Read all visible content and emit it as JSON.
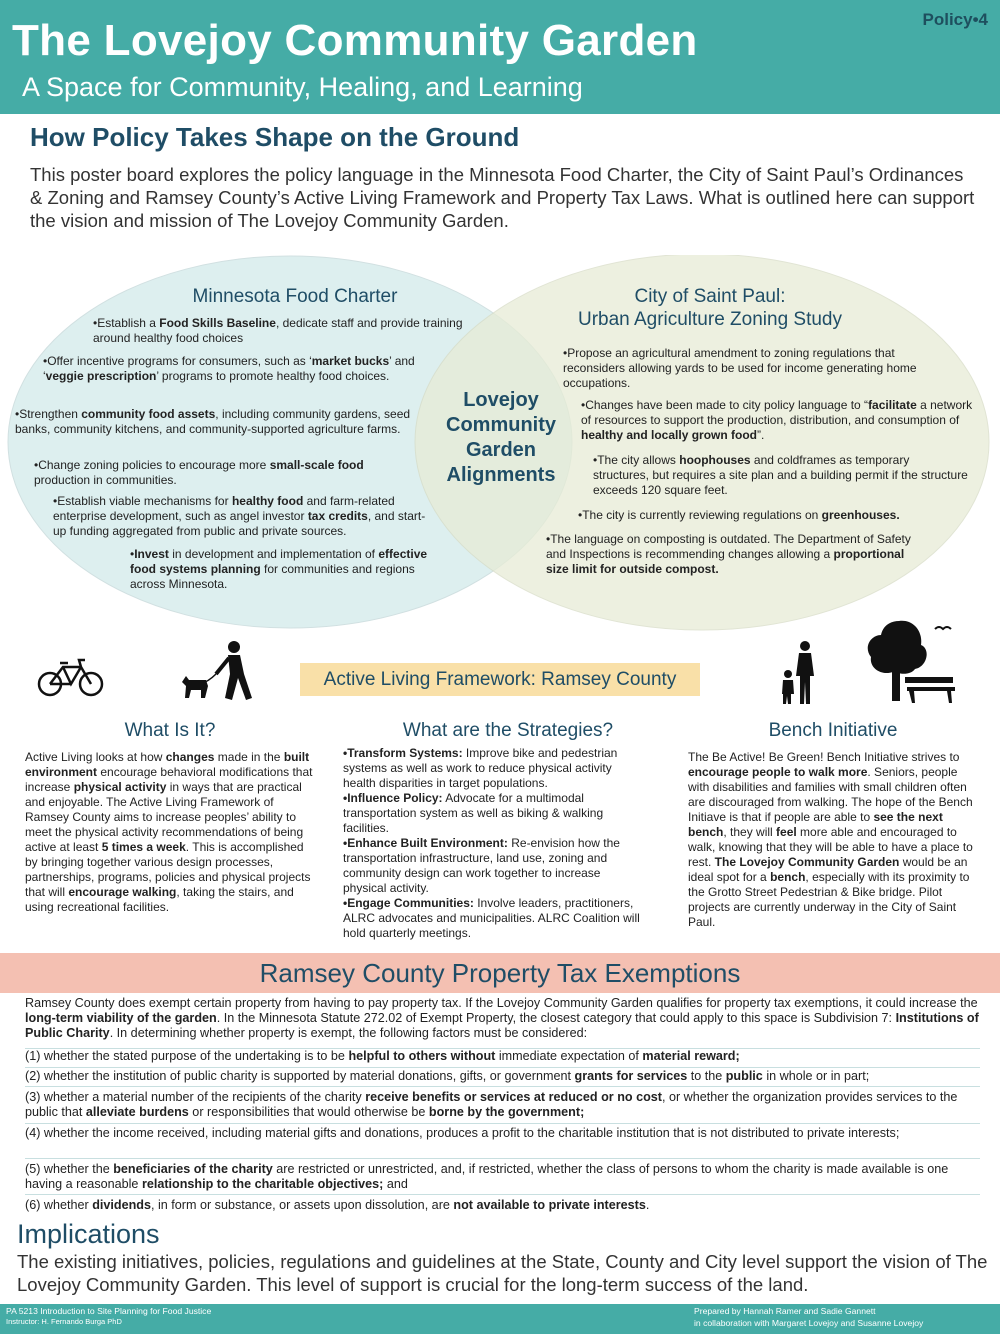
{
  "header": {
    "title": "The Lovejoy Community Garden",
    "subtitle": "A Space for Community, Healing, and Learning",
    "policy_tag": "Policy•4"
  },
  "section_heading": "How Policy Takes Shape on the Ground",
  "intro": "This poster board explores the policy language in the Minnesota Food Charter, the City of Saint Paul’s Ordinances & Zoning and Ramsey County’s Active Living Framework and Property Tax Laws. What is outlined here can support the vision and mission of The Lovejoy Community Garden.",
  "venn": {
    "left_title": "Minnesota Food Charter",
    "right_title_1": "City of Saint Paul:",
    "right_title_2": "Urban Agriculture Zoning Study",
    "center": "Lovejoy Community Garden Alignments",
    "left_items": [
      [
        "•Establish a ",
        "Food Skills Baseline",
        ", dedicate staff and provide training around healthy food choices"
      ],
      [
        "•Offer incentive programs for consumers, such as ‘",
        "market bucks",
        "’ and ‘",
        "veggie prescription",
        "’ programs to promote healthy food choices."
      ],
      [
        "•Strengthen ",
        "community food assets",
        ", including community gardens, seed banks, community kitchens, and community-supported agriculture farms."
      ],
      [
        "•Change zoning policies to encourage more ",
        "small-scale food",
        " production in communities."
      ],
      [
        "•Establish viable mechanisms for ",
        "healthy food",
        " and farm-related enterprise development, such as angel investor ",
        "tax credits",
        ", and start-up funding aggregated from public and private sources."
      ],
      [
        "•",
        "Invest",
        " in development and implementation of ",
        "effective food systems planning",
        " for communities and regions across Minnesota."
      ]
    ],
    "right_items": [
      [
        "•Propose an agricultural amendment to zoning regulations that reconsiders allowing yards to be used for income generating home occupations."
      ],
      [
        "•Changes have been made to city policy language to “",
        "facilitate",
        " a network of resources to support the production, distribution, and consumption of ",
        "healthy and locally grown food",
        "”."
      ],
      [
        "•The city allows ",
        "hoophouses",
        " and coldframes as temporary structures, but requires a site plan and a building permit if the structure exceeds 120 square feet."
      ],
      [
        "•The city is currently reviewing regulations on ",
        "greenhouses."
      ],
      [
        "•The language on composting is outdated. The Department of Safety and Inspections is recommending changes allowing a ",
        "proportional size limit for outside compost."
      ]
    ]
  },
  "active_living": {
    "label": "Active Living Framework: Ramsey County",
    "col1_title": "What Is It?",
    "col1_text": [
      "Active Living looks at how ",
      "changes",
      " made in the ",
      "built environment",
      " encourage behavioral modifications that increase ",
      "physical activity",
      " in ways that are practical and enjoyable. The Active Living Framework of Ramsey County aims to increase peoples’ ability to meet the physical activity recommendations of being active at least ",
      "5 times a week",
      ". This is accomplished by bringing together various design processes, partnerships, programs, policies and physical projects that will ",
      "encourage walking",
      ", taking the stairs, and using recreational facilities."
    ],
    "col2_title": "What are the Strategies?",
    "strategies": [
      {
        "bold": "•Transform Systems:",
        "text": " Improve bike and pedestrian systems as well as work to reduce physical activity health disparities in target populations."
      },
      {
        "bold": "•Influence Policy:",
        "text": " Advocate for a multimodal transportation system as well as biking & walking facilities."
      },
      {
        "bold": "•Enhance Built Environment:",
        "text": " Re-envision how the transportation infrastructure, land use, zoning and community design can work together to increase physical activity."
      },
      {
        "bold": "•Engage Communities:",
        "text": " Involve leaders, practitioners, ALRC advocates and municipalities. ALRC Coalition will hold quarterly meetings."
      }
    ],
    "col3_title": "Bench Initiative",
    "col3_text": [
      "The Be Active! Be Green! Bench Initiative strives to ",
      "encourage people to walk more",
      ". Seniors, people with disabilities and families with small children often are discouraged from walking. The hope of the Bench Initiave is that if people are able to ",
      "see the next bench",
      ", they will ",
      "feel",
      " more able and encouraged to walk, knowing that they will be able to have a place to rest. ",
      "The Lovejoy Community Garden",
      " would be an ideal spot for a ",
      "bench",
      ", especially with its proximity to the Grotto Street Pedestrian & Bike bridge. Pilot projects are currently underway in the City of Saint Paul."
    ]
  },
  "property_tax": {
    "heading": "Ramsey County Property Tax Exemptions",
    "intro": [
      "Ramsey County does exempt certain property from having to pay property tax. If the Lovejoy Community Garden qualifies for property tax exemptions, it could increase the ",
      "long-term viability of the garden",
      ". In the Minnesota Statute 272.02 of Exempt Property, the closest category that could apply to this space is Subdivision 7: ",
      "Institutions of Public Charity",
      ".  In determining whether property is exempt, the following factors must be considered:"
    ],
    "factors": [
      [
        "(1) whether the stated purpose of the undertaking is to be ",
        "helpful to others without",
        " immediate expectation of ",
        "material reward;"
      ],
      [
        "(2) whether the institution of public charity is supported by material donations, gifts, or government ",
        "grants for services",
        " to the ",
        "public",
        " in whole or in part;"
      ],
      [
        "(3) whether a material number of the recipients of the charity ",
        "receive benefits or services at reduced or no cost",
        ", or whether the organization provides services to the public that ",
        "alleviate burdens",
        " or responsibilities that would otherwise be ",
        "borne by the government;"
      ],
      [
        "(4) whether the income received, including material gifts and donations, produces a profit to the charitable institution that is not distributed to private interests;"
      ],
      [
        "(5) whether the ",
        "beneficiaries of the charity",
        " are restricted or unrestricted, and, if restricted, whether the class of persons to whom the charity is made available is one having a reasonable ",
        "relationship to the charitable objectives;",
        " and"
      ],
      [
        "(6) whether ",
        "dividends",
        ", in form or substance, or assets upon dissolution, are ",
        "not available to private interests",
        "."
      ]
    ]
  },
  "implications": {
    "heading": "Implications",
    "text": "The existing initiatives, policies, regulations and guidelines at the State, County and City level support the vision of The Lovejoy Community Garden. This level of support is crucial for the long-term success of the land."
  },
  "footer": {
    "course": "PA 5213 Introduction to Site Planning for Food Justice",
    "instructor": "Instructor: H. Fernando Burga PhD",
    "prepared": "Prepared by Hannah Ramer and Sadie Gannett",
    "collab": "in collaboration with Margaret Lovejoy and Susanne Lovejoy"
  },
  "icons": [
    "bicycle-icon",
    "dog-walker-icon",
    "family-icon",
    "tree-bench-icon"
  ],
  "colors": {
    "header": "#45aca6",
    "left_circle": "#dcefef",
    "right_circle": "#e9eddc",
    "highlight": "#f9e0a8",
    "tax_bar": "#f4c0b2",
    "heading": "#1f4d66"
  }
}
